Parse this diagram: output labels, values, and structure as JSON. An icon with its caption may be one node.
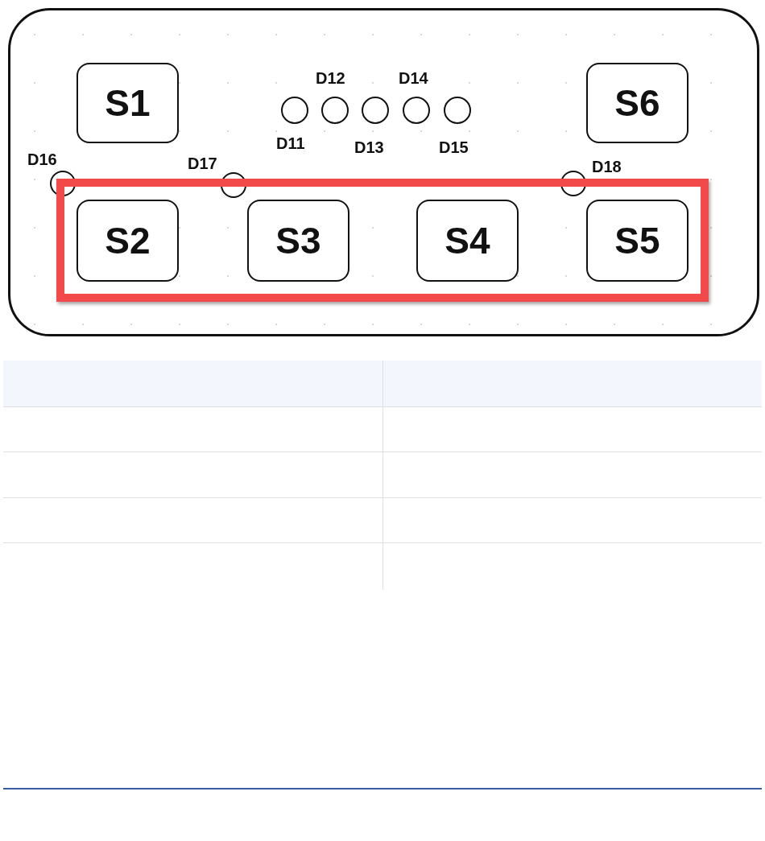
{
  "diagram": {
    "nodes": [
      {
        "text": [],
        "shape": "box"
      },
      {
        "text": [
          "S1"
        ],
        "in": 0
      },
      {
        "text": [],
        "shape": "circle",
        "in": 0,
        "beside": [
          "D11"
        ]
      },
      {
        "text": [],
        "shape": "circle",
        "in": 0,
        "beside": [
          "D12"
        ]
      },
      {
        "text": [],
        "shape": "circle",
        "in": 0,
        "beside": [
          "D13"
        ]
      },
      {
        "text": [],
        "shape": "circle",
        "in": 0,
        "beside": [
          "D14"
        ]
      },
      {
        "text": [],
        "shape": "circle",
        "in": 0,
        "beside": [
          "D15"
        ]
      },
      {
        "text": [
          "S6"
        ],
        "in": 0
      },
      {
        "text": [],
        "shape": "circle",
        "in": 0,
        "beside": [
          "D16"
        ]
      },
      {
        "text": [],
        "shape": "circle",
        "in": 0,
        "beside": [
          "D17"
        ]
      },
      {
        "text": [],
        "shape": "circle",
        "in": 0,
        "beside": [
          "D18"
        ]
      },
      {
        "text": [],
        "shape": "box",
        "in": 0
      },
      {
        "text": [
          "S2"
        ],
        "in": 11
      },
      {
        "text": [
          "S3"
        ],
        "in": 11
      },
      {
        "text": [
          "S4"
        ],
        "in": 11
      },
      {
        "text": [
          "S5"
        ],
        "in": 11
      }
    ]
  }
}
